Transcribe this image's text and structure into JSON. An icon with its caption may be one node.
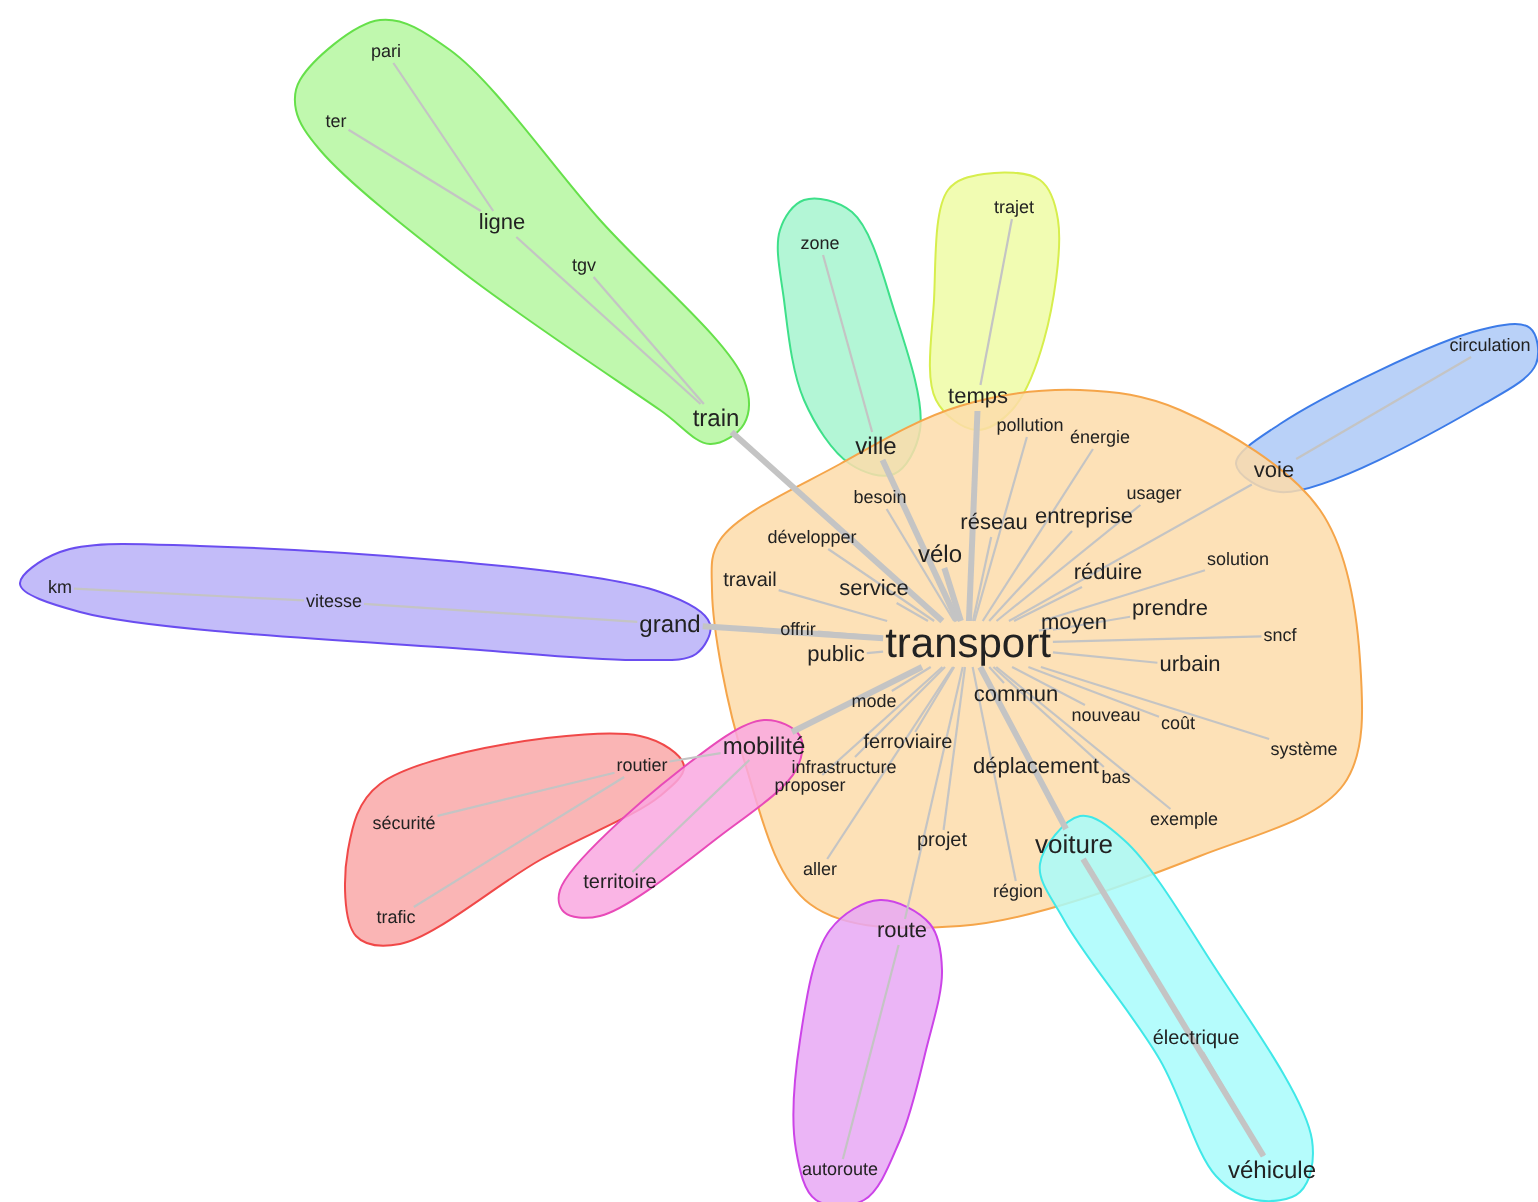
{
  "diagram": {
    "nodes": [
      {
        "text": [],
        "shape": "blob"
      },
      {
        "text": [
          "pari"
        ],
        "in": 0
      },
      {
        "text": [
          "ter"
        ],
        "in": 0
      },
      {
        "text": [
          "ligne"
        ],
        "in": 0
      },
      {
        "text": [
          "tgv"
        ],
        "in": 0
      },
      {
        "text": [
          "train"
        ],
        "in": 0
      },
      {
        "text": [],
        "shape": "blob"
      },
      {
        "text": [
          "zone"
        ],
        "in": 6
      },
      {
        "text": [
          "ville"
        ]
      },
      {
        "text": [],
        "shape": "blob"
      },
      {
        "text": [
          "trajet"
        ],
        "in": 9
      },
      {
        "text": [
          "temps"
        ],
        "in": 9
      },
      {
        "text": [],
        "shape": "blob"
      },
      {
        "text": [
          "circulation"
        ],
        "in": 12
      },
      {
        "text": [
          "voie"
        ]
      },
      {
        "text": [],
        "shape": "blob"
      },
      {
        "text": [
          "pollution"
        ],
        "in": 15
      },
      {
        "text": [
          "énergie"
        ],
        "in": 15
      },
      {
        "text": [
          "besoin"
        ],
        "in": 15
      },
      {
        "text": [
          "usager"
        ],
        "in": 15
      },
      {
        "text": [
          "réseau"
        ],
        "in": 15
      },
      {
        "text": [
          "entreprise"
        ],
        "in": 15
      },
      {
        "text": [
          "développer"
        ],
        "in": 15
      },
      {
        "text": [
          "vélo"
        ],
        "in": 15
      },
      {
        "text": [
          "travail"
        ],
        "in": 15
      },
      {
        "text": [
          "service"
        ],
        "in": 15
      },
      {
        "text": [
          "réduire"
        ],
        "in": 15
      },
      {
        "text": [
          "solution"
        ],
        "in": 15
      },
      {
        "text": [
          "prendre"
        ],
        "in": 15
      },
      {
        "text": [
          "offrir"
        ],
        "in": 15
      },
      {
        "text": [
          "public"
        ],
        "in": 15
      },
      {
        "text": [
          "moyen"
        ],
        "in": 15
      },
      {
        "text": [
          "transport"
        ],
        "in": 15
      },
      {
        "text": [
          "sncf"
        ],
        "in": 15
      },
      {
        "text": [
          "urbain"
        ],
        "in": 15
      },
      {
        "text": [
          "commun"
        ],
        "in": 15
      },
      {
        "text": [
          "mode"
        ],
        "in": 15
      },
      {
        "text": [
          "nouveau"
        ],
        "in": 15
      },
      {
        "text": [
          "coût"
        ],
        "in": 15
      },
      {
        "text": [
          "ferroviaire"
        ],
        "in": 15
      },
      {
        "text": [
          "déplacement"
        ],
        "in": 15
      },
      {
        "text": [
          "infrastructure"
        ],
        "in": 15
      },
      {
        "text": [
          "proposer"
        ],
        "in": 15
      },
      {
        "text": [
          "bas"
        ],
        "in": 15
      },
      {
        "text": [
          "système"
        ],
        "in": 15
      },
      {
        "text": [
          "exemple"
        ],
        "in": 15
      },
      {
        "text": [
          "projet"
        ],
        "in": 15
      },
      {
        "text": [
          "aller"
        ],
        "in": 15
      },
      {
        "text": [
          "région"
        ],
        "in": 15
      },
      {
        "text": [],
        "shape": "blob"
      },
      {
        "text": [
          "km"
        ],
        "in": 49
      },
      {
        "text": [
          "vitesse"
        ],
        "in": 49
      },
      {
        "text": [
          "grand"
        ],
        "in": 49
      },
      {
        "text": [],
        "shape": "blob"
      },
      {
        "text": [
          "routier"
        ],
        "in": 53
      },
      {
        "text": [
          "sécurité"
        ],
        "in": 53
      },
      {
        "text": [
          "trafic"
        ],
        "in": 53
      },
      {
        "text": [],
        "shape": "blob"
      },
      {
        "text": [
          "mobilité"
        ]
      },
      {
        "text": [
          "territoire"
        ],
        "in": 57
      },
      {
        "text": [],
        "shape": "blob"
      },
      {
        "text": [
          "route"
        ],
        "in": 60
      },
      {
        "text": [
          "autoroute"
        ],
        "in": 60
      },
      {
        "text": [],
        "shape": "blob"
      },
      {
        "text": [
          "voiture"
        ]
      },
      {
        "text": [
          "électrique"
        ],
        "in": 63
      },
      {
        "text": [
          "véhicule"
        ],
        "in": 63
      }
    ],
    "edges": [
      {
        "from": 1,
        "to": 3,
        "arrow": "none"
      },
      {
        "from": 2,
        "to": 3,
        "arrow": "none"
      },
      {
        "from": 3,
        "to": 5,
        "arrow": "none"
      },
      {
        "from": 4,
        "to": 5,
        "arrow": "none"
      },
      {
        "from": 5,
        "to": 32,
        "arrow": "none",
        "style": "thick"
      },
      {
        "from": 7,
        "to": 8,
        "arrow": "none"
      },
      {
        "from": 8,
        "to": 32,
        "arrow": "none",
        "style": "thick"
      },
      {
        "from": 10,
        "to": 11,
        "arrow": "none"
      },
      {
        "from": 11,
        "to": 32,
        "arrow": "none",
        "style": "thick"
      },
      {
        "from": 13,
        "to": 14,
        "arrow": "none"
      },
      {
        "from": 14,
        "to": 32,
        "arrow": "none"
      },
      {
        "from": 16,
        "to": 32,
        "arrow": "none"
      },
      {
        "from": 17,
        "to": 32,
        "arrow": "none"
      },
      {
        "from": 18,
        "to": 32,
        "arrow": "none"
      },
      {
        "from": 19,
        "to": 32,
        "arrow": "none"
      },
      {
        "from": 20,
        "to": 32,
        "arrow": "none"
      },
      {
        "from": 21,
        "to": 32,
        "arrow": "none"
      },
      {
        "from": 22,
        "to": 32,
        "arrow": "none"
      },
      {
        "from": 23,
        "to": 32,
        "arrow": "none",
        "style": "thick"
      },
      {
        "from": 24,
        "to": 32,
        "arrow": "none"
      },
      {
        "from": 25,
        "to": 32,
        "arrow": "none"
      },
      {
        "from": 26,
        "to": 32,
        "arrow": "none"
      },
      {
        "from": 27,
        "to": 32,
        "arrow": "none"
      },
      {
        "from": 28,
        "to": 32,
        "arrow": "none"
      },
      {
        "from": 29,
        "to": 32,
        "arrow": "none"
      },
      {
        "from": 30,
        "to": 32,
        "arrow": "none"
      },
      {
        "from": 31,
        "to": 32,
        "arrow": "none"
      },
      {
        "from": 33,
        "to": 32,
        "arrow": "none"
      },
      {
        "from": 34,
        "to": 32,
        "arrow": "none"
      },
      {
        "from": 35,
        "to": 32,
        "arrow": "none"
      },
      {
        "from": 36,
        "to": 32,
        "arrow": "none"
      },
      {
        "from": 37,
        "to": 32,
        "arrow": "none"
      },
      {
        "from": 38,
        "to": 32,
        "arrow": "none"
      },
      {
        "from": 39,
        "to": 32,
        "arrow": "none"
      },
      {
        "from": 40,
        "to": 32,
        "arrow": "none"
      },
      {
        "from": 41,
        "to": 32,
        "arrow": "none"
      },
      {
        "from": 42,
        "to": 32,
        "arrow": "none"
      },
      {
        "from": 43,
        "to": 32,
        "arrow": "none"
      },
      {
        "from": 44,
        "to": 32,
        "arrow": "none"
      },
      {
        "from": 45,
        "to": 32,
        "arrow": "none"
      },
      {
        "from": 46,
        "to": 32,
        "arrow": "none"
      },
      {
        "from": 47,
        "to": 32,
        "arrow": "none"
      },
      {
        "from": 48,
        "to": 32,
        "arrow": "none"
      },
      {
        "from": 50,
        "to": 51,
        "arrow": "none"
      },
      {
        "from": 51,
        "to": 52,
        "arrow": "none"
      },
      {
        "from": 52,
        "to": 32,
        "arrow": "none",
        "style": "thick"
      },
      {
        "from": 55,
        "to": 54,
        "arrow": "none"
      },
      {
        "from": 56,
        "to": 54,
        "arrow": "none"
      },
      {
        "from": 54,
        "to": 58,
        "arrow": "none"
      },
      {
        "from": 59,
        "to": 58,
        "arrow": "none"
      },
      {
        "from": 58,
        "to": 32,
        "arrow": "none",
        "style": "thick"
      },
      {
        "from": 62,
        "to": 61,
        "arrow": "none"
      },
      {
        "from": 61,
        "to": 32,
        "arrow": "none"
      },
      {
        "from": 64,
        "to": 32,
        "arrow": "none",
        "style": "thick"
      },
      {
        "from": 64,
        "to": 66,
        "arrow": "none",
        "style": "thick"
      },
      {
        "from": 65,
        "to": 66,
        "arrow": "none"
      }
    ]
  }
}
